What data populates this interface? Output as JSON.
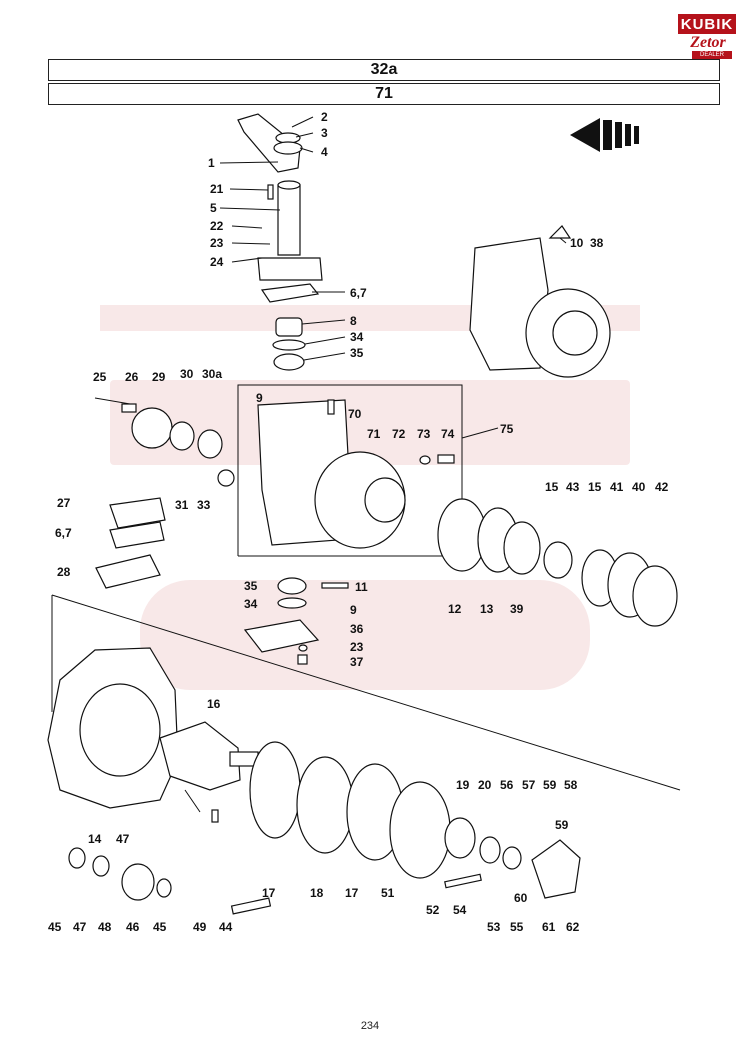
{
  "header": {
    "row1": "32a",
    "row2": "71"
  },
  "logo": {
    "brand": "KUBIK",
    "zetor": "Zetor",
    "dealer": "DEALER"
  },
  "page_number": "234",
  "labels": {
    "l1": "1",
    "l2": "2",
    "l3": "3",
    "l4": "4",
    "l5": "5",
    "l21": "21",
    "l22": "22",
    "l23": "23",
    "l24": "24",
    "l67a": "6,7",
    "l8": "8",
    "l34a": "34",
    "l35a": "35",
    "l10": "10",
    "l38": "38",
    "l25": "25",
    "l26": "26",
    "l29": "29",
    "l30": "30",
    "l30a": "30a",
    "l31": "31",
    "l33": "33",
    "l9a": "9",
    "l70": "70",
    "l71": "71",
    "l72": "72",
    "l73": "73",
    "l74": "74",
    "l75": "75",
    "l27": "27",
    "l67b": "6,7",
    "l28": "28",
    "l15a": "15",
    "l43": "43",
    "l15b": "15",
    "l41": "41",
    "l40": "40",
    "l42": "42",
    "l35b": "35",
    "l11": "11",
    "l34b": "34",
    "l9b": "9",
    "l36": "36",
    "l23b": "23",
    "l37": "37",
    "l12": "12",
    "l13": "13",
    "l39": "39",
    "l16": "16",
    "l19": "19",
    "l20": "20",
    "l56": "56",
    "l57": "57",
    "l59a": "59",
    "l58": "58",
    "l59b": "59",
    "l14": "14",
    "l47a": "47",
    "l45a": "45",
    "l47b": "47",
    "l48": "48",
    "l46": "46",
    "l45b": "45",
    "l49": "49",
    "l44": "44",
    "l17a": "17",
    "l18": "18",
    "l17b": "17",
    "l51": "51",
    "l52": "52",
    "l54": "54",
    "l53": "53",
    "l55": "55",
    "l60": "60",
    "l61": "61",
    "l62": "62"
  }
}
